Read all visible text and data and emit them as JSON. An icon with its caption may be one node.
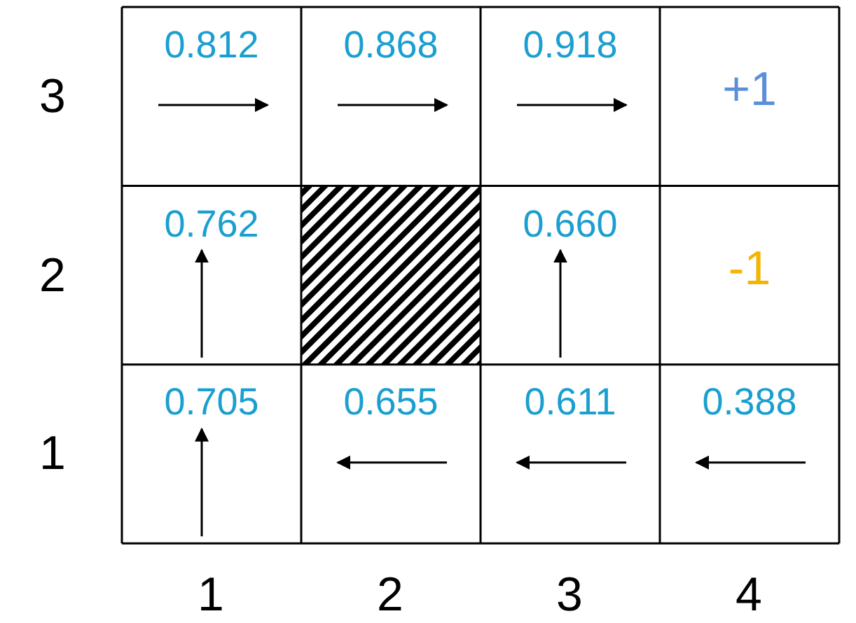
{
  "diagram": {
    "labels": [
      "3",
      "0.812",
      "0.868",
      "0.918",
      "+1",
      "2",
      "0.762",
      "0.660",
      "-1",
      "1",
      "0.705",
      "0.655",
      "0.611",
      "0.388",
      "1",
      "2",
      "3",
      "4"
    ]
  }
}
